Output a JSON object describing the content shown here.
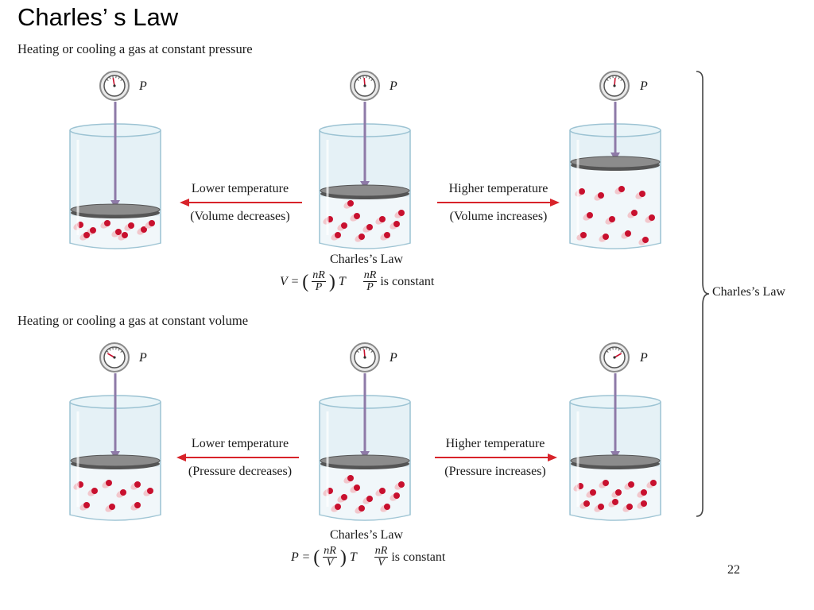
{
  "slide": {
    "title": "Charles’ s Law",
    "page_number": "22",
    "brace_label": "Charles’s Law"
  },
  "sections": [
    {
      "heading": "Heating or cooling a gas at constant pressure",
      "left_label_1": "Lower temperature",
      "left_label_2": "(Volume decreases)",
      "right_label_1": "Higher temperature",
      "right_label_2": "(Volume increases)",
      "law_caption": "Charles’s Law",
      "eq_lhs": "V =",
      "eq_num": "nR",
      "eq_den": "P",
      "eq_var": "T",
      "eq_const_num": "nR",
      "eq_const_den": "P",
      "eq_const_text": "is constant"
    },
    {
      "heading": "Heating or cooling a gas at constant volume",
      "left_label_1": "Lower temperature",
      "left_label_2": "(Pressure decreases)",
      "right_label_1": "Higher temperature",
      "right_label_2": "(Pressure increases)",
      "law_caption": "Charles’s Law",
      "eq_lhs": "P =",
      "eq_num": "nR",
      "eq_den": "V",
      "eq_var": "T",
      "eq_const_num": "nR",
      "eq_const_den": "V",
      "eq_const_text": "is constant"
    }
  ],
  "gauge_label": "P",
  "colors": {
    "arrow_red": "#d8232a",
    "rod_purple": "#8e7aa8",
    "glass": "#cfe6ef",
    "piston": "#6f6f6f",
    "molecule": "#c8102e"
  }
}
